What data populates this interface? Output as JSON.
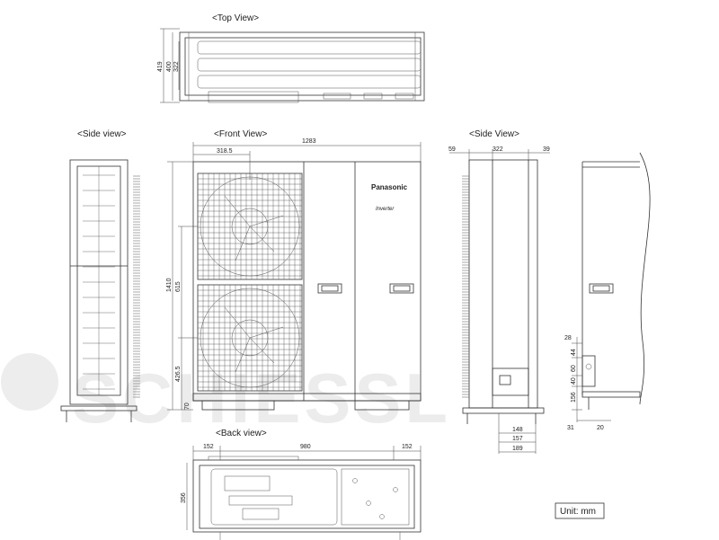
{
  "views": {
    "top": "<Top View>",
    "side_left": "<Side view>",
    "front": "<Front View>",
    "side_right": "<Side View>",
    "back": "<Back view>"
  },
  "brand": {
    "logo": "Panasonic",
    "badge": "Inverter",
    "watermark": "SCHIESSL"
  },
  "unit_label": "Unit: mm",
  "dimensions": {
    "top": [
      "419",
      "400",
      "322"
    ],
    "front": [
      "1283",
      "318.5",
      "1410",
      "615",
      "426.5",
      "70"
    ],
    "side_right": [
      "59",
      "322",
      "39"
    ],
    "right_detail": [
      "28",
      "44",
      "60",
      "40",
      "156",
      "31",
      "20"
    ],
    "bottom_right": [
      "148",
      "157",
      "189"
    ],
    "back": [
      "152",
      "980",
      "152",
      "356"
    ]
  }
}
